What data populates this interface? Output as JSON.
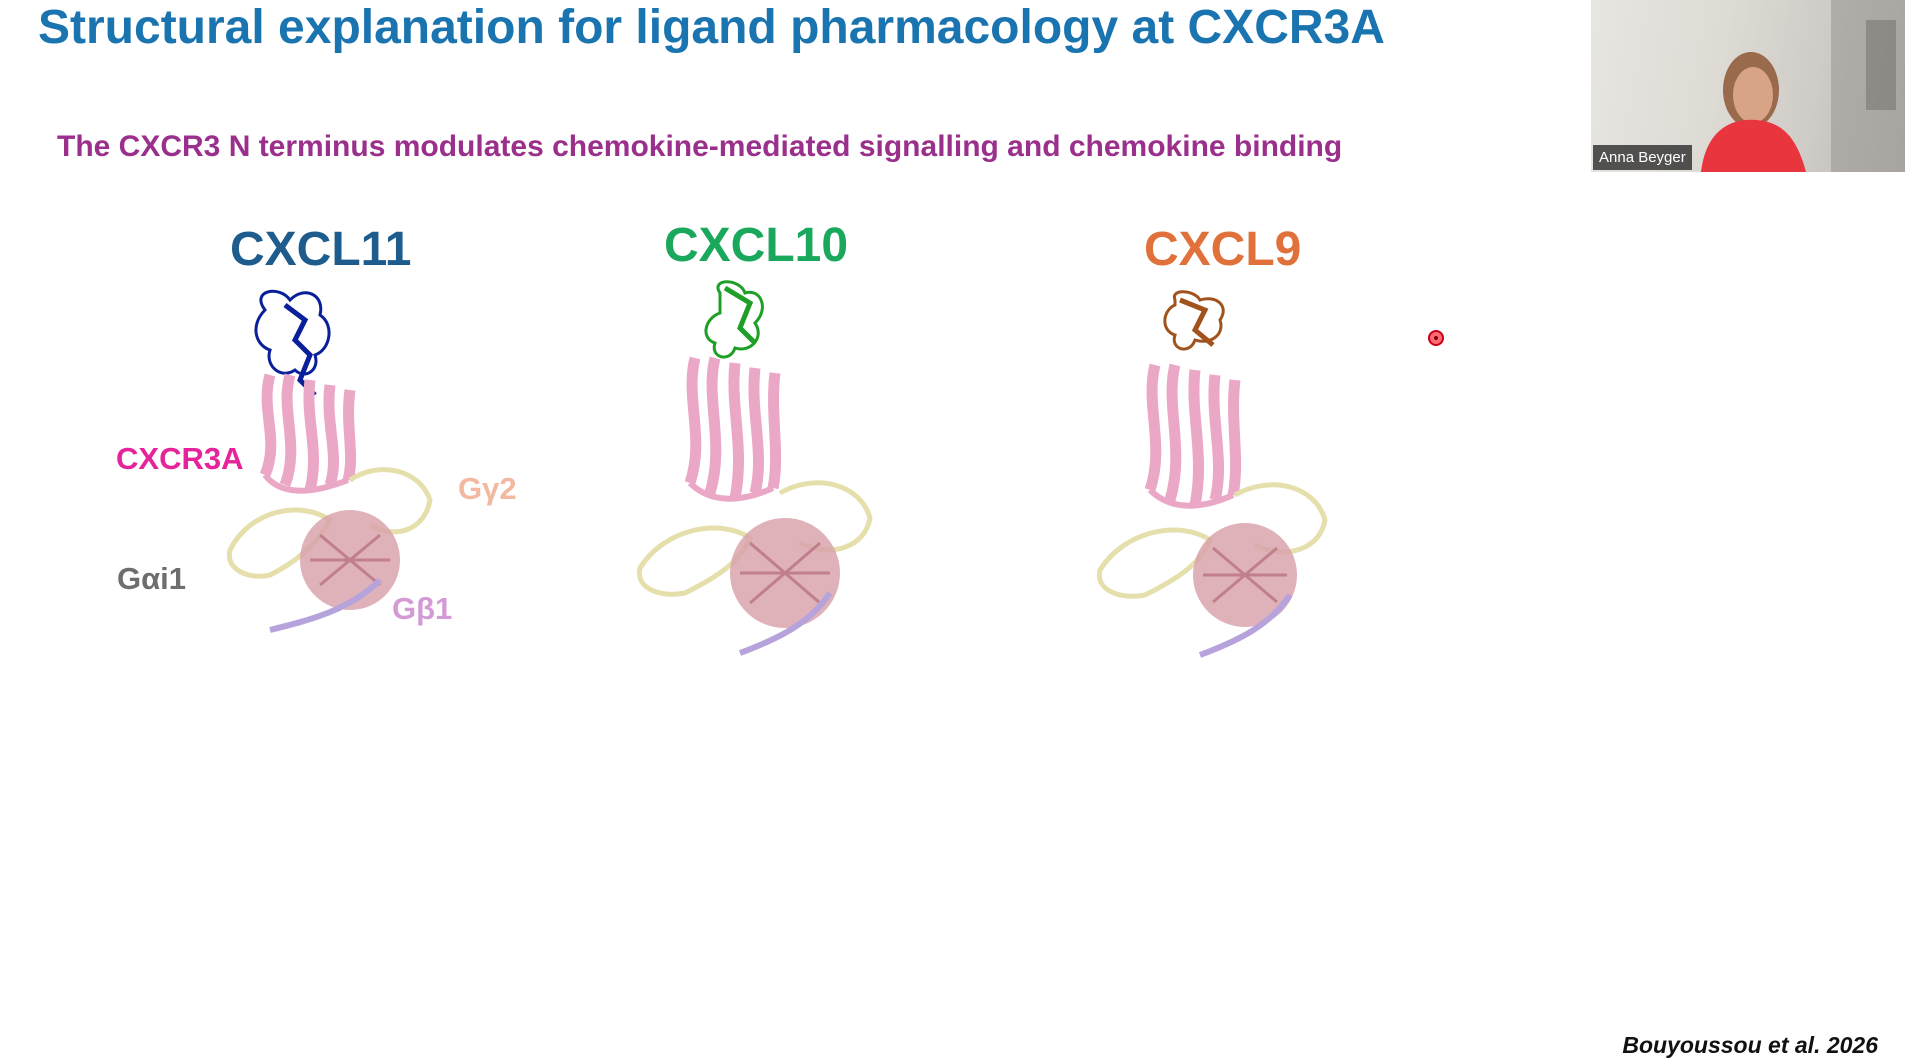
{
  "slide": {
    "title": "Structural explanation for ligand pharmacology at CXCR3A",
    "subtitle": "The CXCR3 N terminus modulates chemokine-mediated signalling and chemokine binding",
    "citation": "Bouyoussou et al. 2026"
  },
  "ligands": [
    {
      "name": "CXCL11",
      "color": "#1d5c8c",
      "chemokine_color": "#0a1f9a"
    },
    {
      "name": "CXCL10",
      "color": "#1aa85c",
      "chemokine_color": "#1e9f26"
    },
    {
      "name": "CXCL9",
      "color": "#e0713a",
      "chemokine_color": "#a2521d"
    }
  ],
  "components": {
    "receptor": {
      "name": "CXCR3A",
      "color": "#e6239a"
    },
    "g_gamma": {
      "name": "Gγ2",
      "color": "#f2b9a0"
    },
    "g_alpha": {
      "name": "Gαi1",
      "color": "#6e6e6e"
    },
    "g_beta": {
      "name": "Gβ1",
      "color": "#d49ad6"
    }
  },
  "structure_colors": {
    "receptor": "#eaa7c6",
    "g_alpha": "#e5dfac",
    "g_beta": "#d9a3ab",
    "g_gamma": "#b7a3dc"
  },
  "webcam": {
    "participant_name": "Anna Beyger"
  }
}
